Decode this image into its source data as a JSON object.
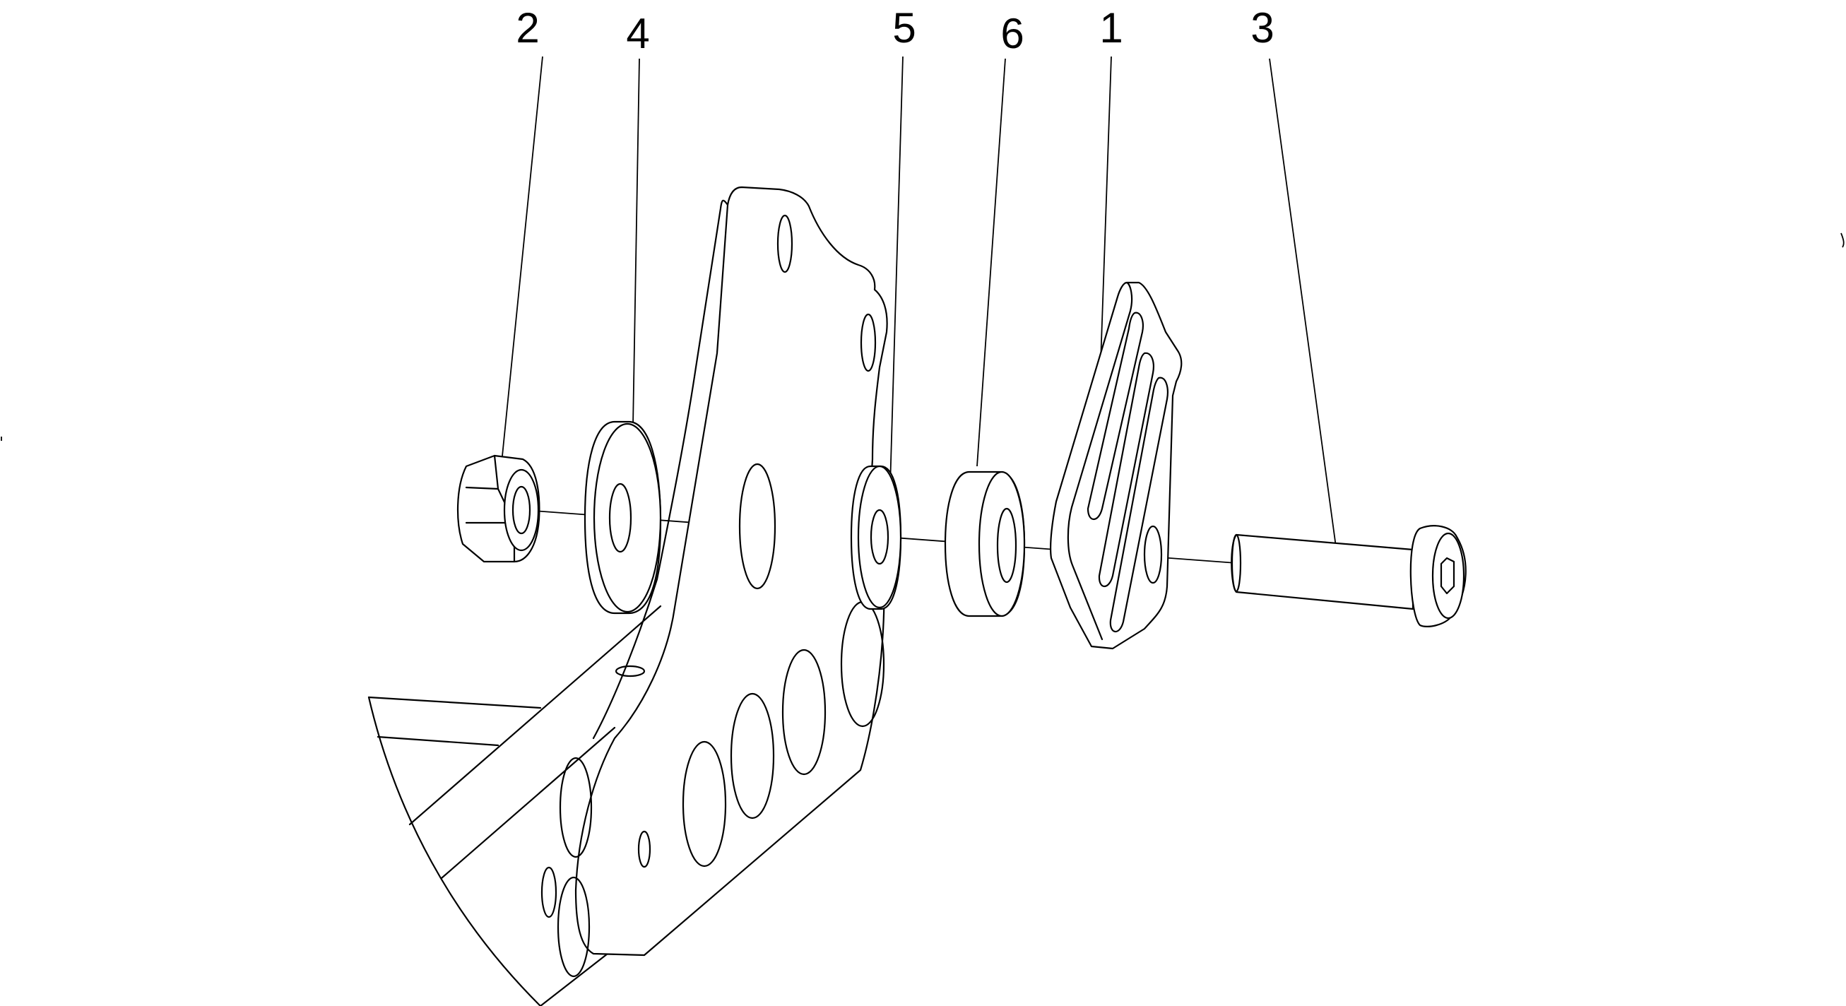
{
  "callouts": [
    {
      "id": "part-2",
      "label": "2"
    },
    {
      "id": "part-4",
      "label": "4"
    },
    {
      "id": "part-5",
      "label": "5"
    },
    {
      "id": "part-6",
      "label": "6"
    },
    {
      "id": "part-1",
      "label": "1"
    },
    {
      "id": "part-3",
      "label": "3"
    }
  ]
}
